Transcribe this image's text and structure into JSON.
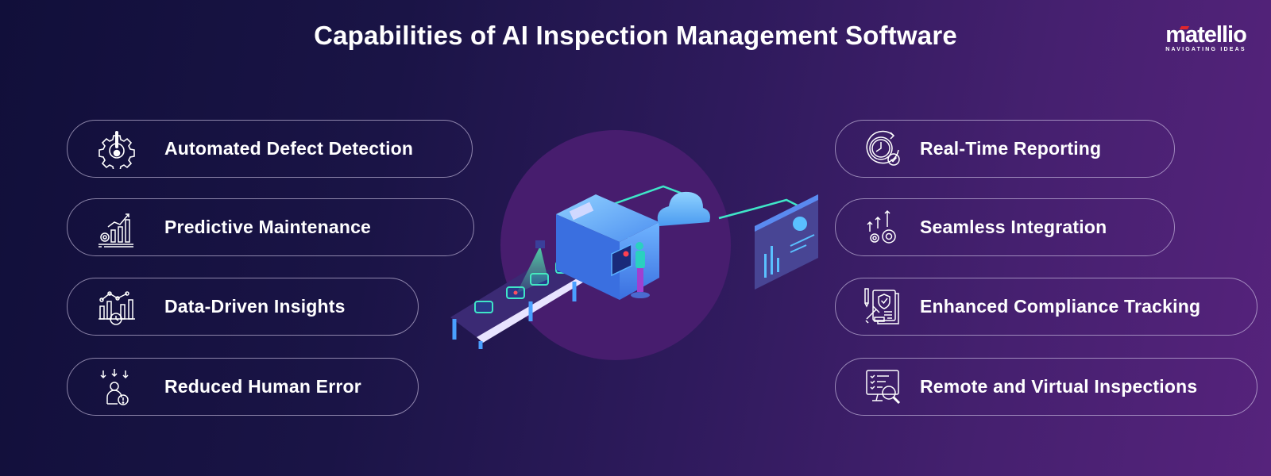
{
  "header": {
    "title": "Capabilities of AI Inspection Management Software"
  },
  "logo": {
    "wordmark": "matellio",
    "tagline": "NAVIGATING IDEAS",
    "accent_color": "#e0262c"
  },
  "capabilities_left": [
    {
      "label": "Automated Defect Detection",
      "icon": "gear-alert-icon"
    },
    {
      "label": "Predictive Maintenance",
      "icon": "gear-growth-chart-icon"
    },
    {
      "label": "Data-Driven Insights",
      "icon": "chart-clock-icon"
    },
    {
      "label": "Reduced Human Error",
      "icon": "person-alert-icon"
    }
  ],
  "capabilities_right": [
    {
      "label": "Real-Time Reporting",
      "icon": "clock-check-icon"
    },
    {
      "label": "Seamless Integration",
      "icon": "gears-arrows-icon"
    },
    {
      "label": "Enhanced Compliance Tracking",
      "icon": "shield-document-gavel-icon"
    },
    {
      "label": "Remote and Virtual Inspections",
      "icon": "monitor-magnifier-icon"
    }
  ],
  "illustration": {
    "description": "Isometric inspection conveyor with camera scanner, machine, operator, cloud and analytics dashboard"
  },
  "colors": {
    "background_left": "#110f3a",
    "background_right": "#56237c",
    "circle": "#471d6e",
    "accent_teal": "#3fe6c8",
    "accent_blue": "#5aa8f0"
  }
}
